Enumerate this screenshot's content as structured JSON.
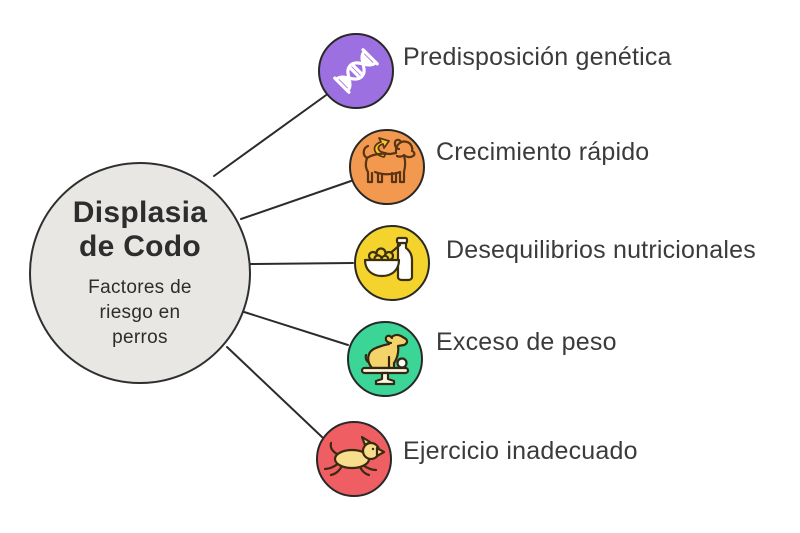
{
  "diagram": {
    "background": "#ffffff",
    "connector_color": "#2b2b2b",
    "label_color": "#3b3b3b",
    "center": {
      "title": "Displasia\nde Codo",
      "subtitle": "Factores de\nriesgo en\nperros",
      "fill": "#e8e7e4",
      "outline": "#2f2f2f"
    },
    "nodes": [
      {
        "label": "Predisposición genética",
        "color": "#9c70e0",
        "icon": "dna-icon"
      },
      {
        "label": "Crecimiento rápido",
        "color": "#f2994f",
        "icon": "growing-dog-icon"
      },
      {
        "label": "Desequilibrios nutricionales",
        "color": "#f4d42c",
        "icon": "food-bowl-icon"
      },
      {
        "label": "Exceso de peso",
        "color": "#3bd598",
        "icon": "dog-on-scale-icon"
      },
      {
        "label": "Ejercicio inadecuado",
        "color": "#ee5e62",
        "icon": "running-dog-icon"
      }
    ]
  }
}
